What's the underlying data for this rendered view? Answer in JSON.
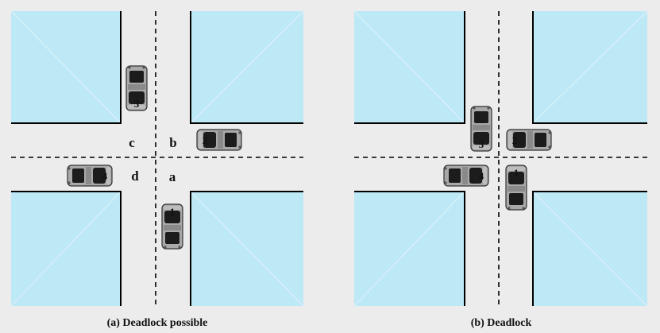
{
  "diagrams": [
    {
      "caption": "(a) Deadlock possible",
      "quadrant_labels": {
        "c": "c",
        "b": "b",
        "d": "d",
        "a": "a"
      },
      "cars": {
        "car1": "1",
        "car2": "2",
        "car3": "3",
        "car4": "4"
      }
    },
    {
      "caption": "(b) Deadlock",
      "cars": {
        "car1": "1",
        "car2": "2",
        "car3": "3",
        "car4": "4"
      }
    }
  ],
  "colors": {
    "background": "#ececec",
    "block_fill": "#bde8f6",
    "block_diagonal": "#d0eef8",
    "road_edge": "#000000",
    "lane_divider": "#000000",
    "car_body": "#a9a9a9",
    "car_window": "#1c1c1c"
  },
  "icons": {
    "car": "car-topdown-icon"
  }
}
